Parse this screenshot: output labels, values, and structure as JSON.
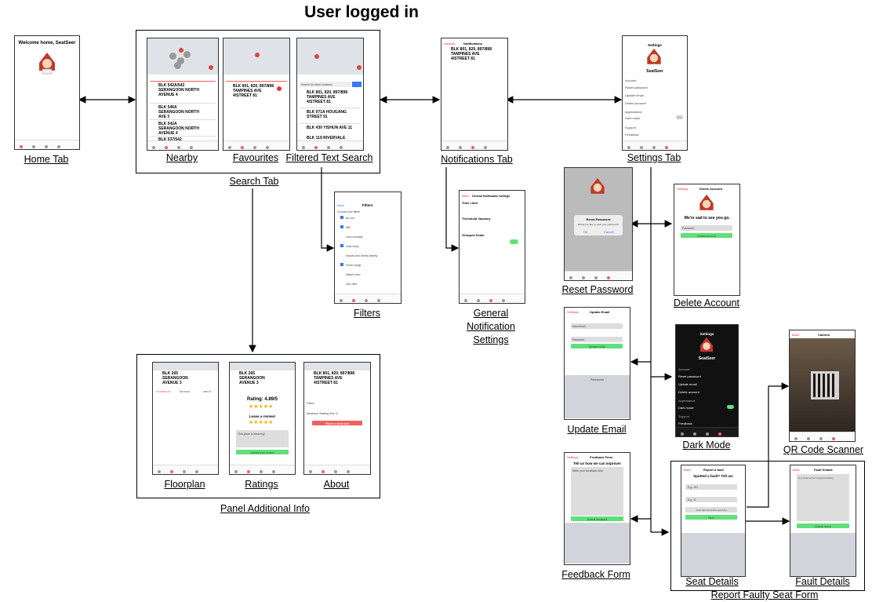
{
  "title": "User logged in",
  "captions": {
    "home": "Home Tab",
    "nearby": "Nearby",
    "favourites": "Favourites",
    "filtered": "Filtered Text Search",
    "search_tab": "Search Tab",
    "notifications": "Notifications Tab",
    "settings": "Settings Tab",
    "filters": "Filters",
    "general_notif": "General Notification Settings",
    "reset_password": "Reset Password",
    "delete_account": "Delete Account",
    "update_email": "Update Email",
    "dark_mode": "Dark Mode",
    "qr": "QR Code Scanner",
    "floorplan": "Floorplan",
    "ratings": "Ratings",
    "about": "About",
    "panel": "Panel Additional Info",
    "feedback": "Feedback Form",
    "seat_details": "Seat Details",
    "fault_details": "Fault Details",
    "report_form": "Report Faulty Seat Form"
  },
  "screens": {
    "home": {
      "heading": "Welcome home, SeatSeer"
    },
    "nearby": {
      "items": [
        "BLK 542A/542 SERANGOON NORTH AVENUE 4",
        "BLK 546A SERANGOON NORTH AVE 3",
        "BLK 542A SERANGOON NORTH AVENUE 4",
        "BLK 537/542 SERANGOON NORTH"
      ]
    },
    "favourites": {
      "items": [
        "BLK 801, 820, 897/898 TAMPINES AVE 4/STREET 81"
      ]
    },
    "filtered": {
      "search_placeholder": "Search for other locations",
      "items": [
        "BLK 801, 820, 897/898 TAMPINES AVE 4/STREET 81",
        "BLK 971A HOUGANG STREET 91",
        "BLK 430 YISHUN AVE 11",
        "BLK 119 RIVERVALE"
      ]
    },
    "notifications": {
      "header": "Notifications",
      "back": "Dismiss",
      "item": "BLK 801, 820, 897/898 TAMPINES AVE 4/STREET 81"
    },
    "settings": {
      "header": "Settings",
      "app_name": "SeatSeer",
      "account": "Account",
      "items": [
        "Reset password",
        "Update email",
        "Delete account"
      ],
      "appearance": "Appearance",
      "dark": "Dark mode",
      "support": "Support",
      "feedback": "Feedback"
    },
    "filters": {
      "header": "Filters",
      "back": "Back",
      "subtitle": "Choose your filters",
      "options": [
        "Air con",
        "Wifi",
        "Less crowded",
        "Less noisy",
        "Snacks and drinks nearby",
        "Power plugs",
        "Nature view",
        "City view"
      ]
    },
    "general_notif": {
      "header": "General Notification Settings",
      "back": "Back",
      "sections": [
        "Time Limit",
        "Threshold Vacancy",
        "Grouped Seats"
      ]
    },
    "reset_password": {
      "dialog_title": "Reset Password",
      "dialog_text": "Would you like to reset your password?",
      "ok": "OK",
      "cancel": "Cancel"
    },
    "delete_account": {
      "header": "Delete Account",
      "back": "Settings",
      "message": "We're sad to see you go.",
      "field": "Password",
      "button": "Delete account"
    },
    "update_email": {
      "header": "Update Email",
      "back": "Settings",
      "field1": "New Email",
      "field2": "Password",
      "button": "Update email",
      "kb_label": "Passwords"
    },
    "dark_mode": {
      "header": "Settings",
      "app_name": "SeatSeer",
      "account": "Account",
      "items": [
        "Reset password",
        "Update email",
        "Delete account"
      ],
      "appearance": "Appearance",
      "dark": "Dark mode",
      "support": "Support",
      "feedback": "Feedback"
    },
    "qr": {
      "header": "Camera",
      "back": "Back"
    },
    "floorplan": {
      "item": "BLK 265 SERANGOON AVENUE 3",
      "tabs": [
        "FLOORPLAN",
        "RATINGS",
        "ABOUT"
      ]
    },
    "ratings": {
      "item": "BLK 265 SERANGOON AVENUE 3",
      "rating": "Rating: 4.89/5",
      "leave": "Leave a review!",
      "textarea": "This place is amazing!",
      "button": "Submit your review"
    },
    "about": {
      "item": "BLK 801, 820, 897/898 TAMPINES AVE 4/STREET 81",
      "filters": "Filters",
      "max": "Maximum Seating Size: 6",
      "button": "Report a faulty seat"
    },
    "feedback": {
      "header": "Feedback Form",
      "back": "Settings",
      "heading": "Tell us how we can improve!",
      "placeholder": "Write your feedback here",
      "button": "Submit feedback"
    },
    "seat_details": {
      "header": "Report a fault",
      "back": "Back",
      "heading": "Spotted a fault? Tell us!",
      "f1": "E.g. 101",
      "f2": "E.g. 11",
      "scan": "Scan QR (send this seat info)",
      "next": "Next"
    },
    "fault_details": {
      "header": "Fault Details",
      "back": "Back",
      "placeholder": "E.g. Seat sensor stopped working",
      "button": "Submit report"
    }
  },
  "colors": {
    "accent_red": "#f06060",
    "green": "#5fe07a",
    "blue_key": "#3478f6"
  }
}
